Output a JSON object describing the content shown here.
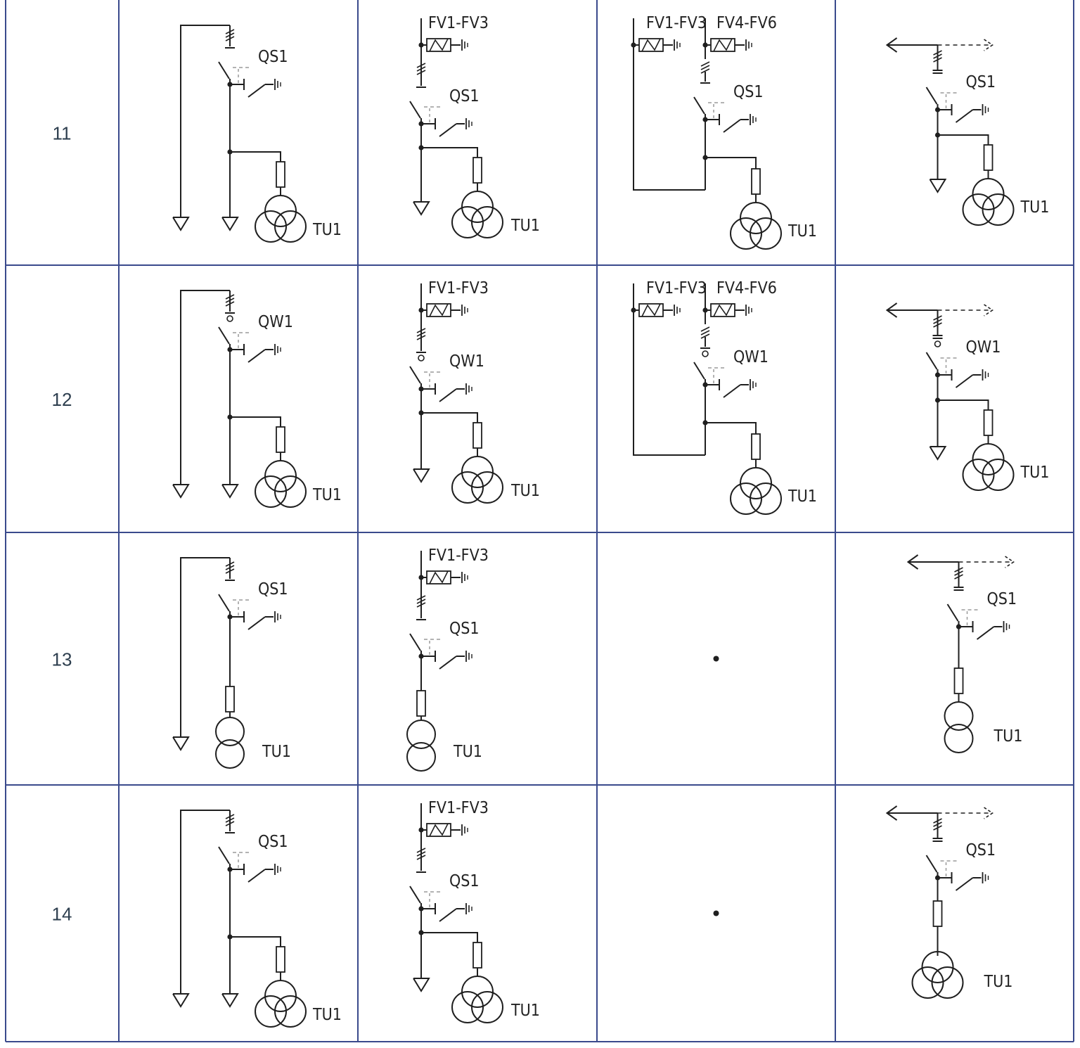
{
  "table": {
    "rows": [
      {
        "number": "11",
        "cells": [
          {
            "variant": "ground",
            "switch": "QS1",
            "breaker_contact": false,
            "transformer": "TU1",
            "windings": 3
          },
          {
            "variant": "arrester",
            "arresters": [
              "FV1-FV3"
            ],
            "switch": "QS1",
            "breaker_contact": false,
            "transformer": "TU1",
            "windings": 3
          },
          {
            "variant": "arrester-loop",
            "arresters": [
              "FV1-FV3",
              "FV4-FV6"
            ],
            "switch": "QS1",
            "breaker_contact": false,
            "transformer": "TU1",
            "windings": 3
          },
          {
            "variant": "arrows",
            "switch": "QS1",
            "breaker_contact": false,
            "transformer": "TU1",
            "windings": 3
          }
        ]
      },
      {
        "number": "12",
        "cells": [
          {
            "variant": "ground",
            "switch": "QW1",
            "breaker_contact": true,
            "transformer": "TU1",
            "windings": 3
          },
          {
            "variant": "arrester",
            "arresters": [
              "FV1-FV3"
            ],
            "switch": "QW1",
            "breaker_contact": true,
            "transformer": "TU1",
            "windings": 3
          },
          {
            "variant": "arrester-loop",
            "arresters": [
              "FV1-FV3",
              "FV4-FV6"
            ],
            "switch": "QW1",
            "breaker_contact": true,
            "transformer": "TU1",
            "windings": 3
          },
          {
            "variant": "arrows",
            "switch": "QW1",
            "breaker_contact": true,
            "transformer": "TU1",
            "windings": 3
          }
        ]
      },
      {
        "number": "13",
        "cells": [
          {
            "variant": "ground",
            "switch": "QS1",
            "breaker_contact": false,
            "transformer": "TU1",
            "windings": 2
          },
          {
            "variant": "arrester",
            "arresters": [
              "FV1-FV3"
            ],
            "switch": "QS1",
            "breaker_contact": false,
            "transformer": "TU1",
            "windings": 2
          },
          {
            "variant": "dot"
          },
          {
            "variant": "arrows",
            "switch": "QS1",
            "breaker_contact": false,
            "transformer": "TU1",
            "windings": 2
          }
        ]
      },
      {
        "number": "14",
        "cells": [
          {
            "variant": "ground",
            "switch": "QS1",
            "breaker_contact": false,
            "transformer": "TU1",
            "windings": 3
          },
          {
            "variant": "arrester",
            "arresters": [
              "FV1-FV3"
            ],
            "switch": "QS1",
            "breaker_contact": false,
            "transformer": "TU1",
            "windings": 3
          },
          {
            "variant": "dot"
          },
          {
            "variant": "arrows",
            "switch": "QS1",
            "breaker_contact": false,
            "transformer": "TU1",
            "windings": 3
          }
        ]
      }
    ]
  },
  "colors": {
    "grid": "#3a4a8c",
    "ink": "#1f1f1f",
    "dashed": "#9a9a9a"
  }
}
